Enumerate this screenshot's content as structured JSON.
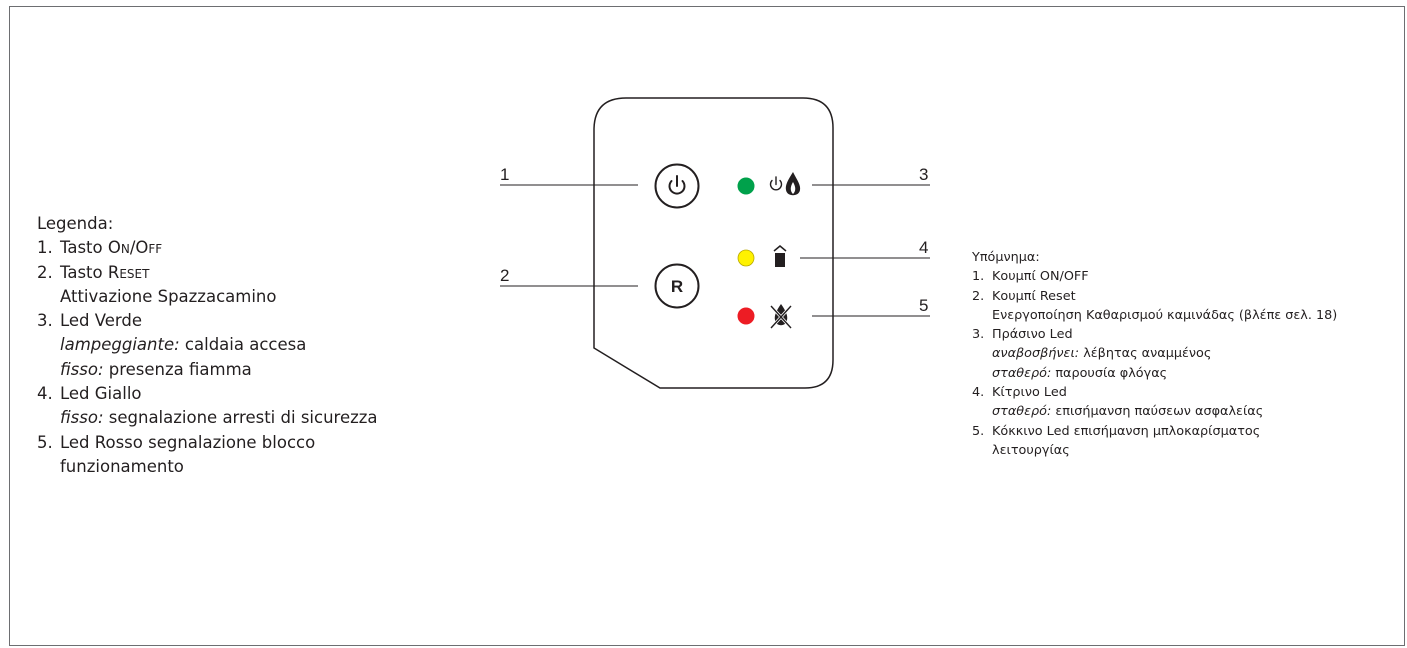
{
  "colors": {
    "led_green": "#00a14b",
    "led_yellow": "#fff200",
    "led_red": "#ed1c24",
    "outline": "#231f20"
  },
  "diagram": {
    "callouts": [
      "1",
      "2",
      "3",
      "4",
      "5"
    ],
    "reset_button_label": "R",
    "icons": {
      "power_button": "power-icon",
      "flame_status": "power-flame-icon",
      "chimney_status": "chimney-icon",
      "lockout_status": "crossed-flame-icon"
    }
  },
  "legend_it": {
    "title": "Legenda:",
    "items": [
      {
        "num": "1.",
        "label_prefix": "Tasto ",
        "label_sc": "On/Off"
      },
      {
        "num": "2.",
        "label_prefix": "Tasto ",
        "label_sc": "Reset",
        "sub": "Attivazione Spazzacamino"
      },
      {
        "num": "3.",
        "label": "Led Verde",
        "sub1_em": "lampeggiante:",
        "sub1_text": " caldaia accesa",
        "sub2_em": "fisso:",
        "sub2_text": " presenza fiamma"
      },
      {
        "num": "4.",
        "label": "Led Giallo",
        "sub1_em": "fisso:",
        "sub1_text": " segnalazione arresti di sicurezza"
      },
      {
        "num": "5.",
        "label": "Led Rosso segnalazione blocco",
        "sub": "funzionamento"
      }
    ]
  },
  "legend_gr": {
    "title": "Υπόμνημα:",
    "items": [
      {
        "num": "1.",
        "label": "Κουμπί ON/OFF"
      },
      {
        "num": "2.",
        "label": "Κουμπί Reset",
        "sub": "Ενεργοποίηση Καθαρισμού καμινάδας (βλέπε σελ. 18)"
      },
      {
        "num": "3.",
        "label": "Πράσινο Led",
        "sub1_em": "αναβοσβήνει:",
        "sub1_text": " λέβητας αναμμένος",
        "sub2_em": "σταθερό:",
        "sub2_text": " παρουσία φλόγας"
      },
      {
        "num": "4.",
        "label": "Κίτρινο Led",
        "sub1_em": "σταθερό:",
        "sub1_text": " επισήμανση παύσεων ασφαλείας"
      },
      {
        "num": "5.",
        "label": "Κόκκινο Led επισήμανση μπλοκαρίσματος",
        "sub": "λειτουργίας"
      }
    ]
  }
}
